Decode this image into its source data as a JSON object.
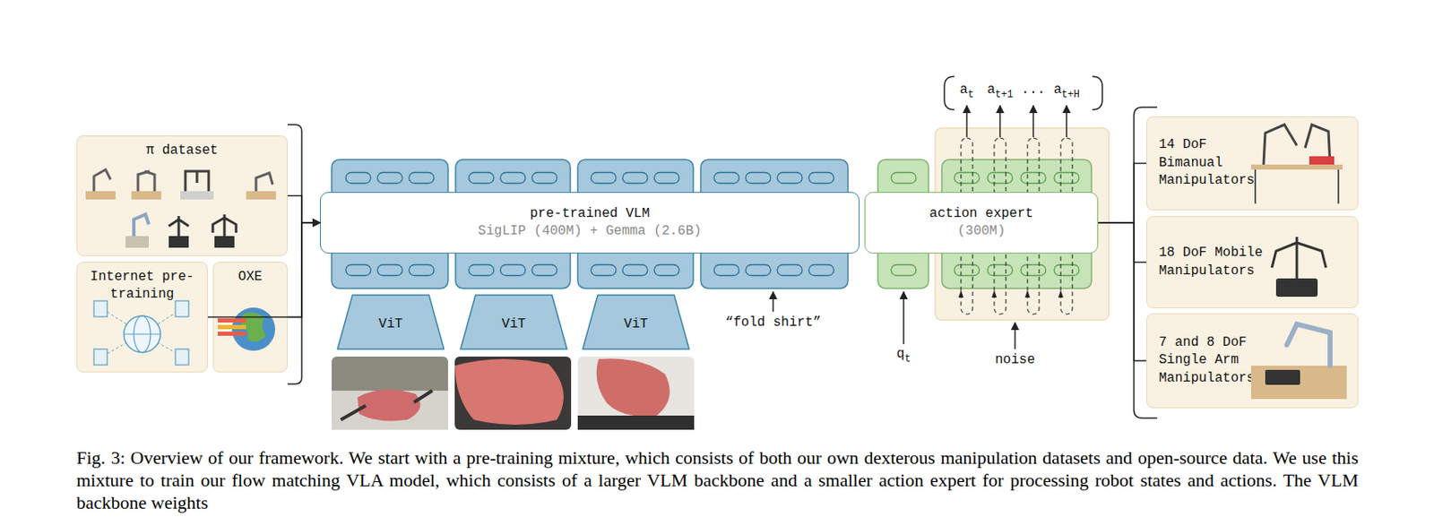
{
  "diagram": {
    "caption": "Fig. 3: Overview of our framework. We start with a pre-training mixture, which consists of both our own dexterous manipulation datasets and open-source data. We use this mixture to train our flow matching VLA model, which consists of a larger VLM backbone and a smaller action expert for processing robot states and actions. The VLM backbone weights",
    "nodes": [
      {
        "text": [
          "π dataset"
        ]
      },
      {
        "text": [
          "Internet pre-training"
        ]
      },
      {
        "text": [
          "OXE"
        ]
      },
      {
        "text": [
          "pre-trained VLM",
          "SigLIP (400M) + Gemma (2.6B)"
        ]
      },
      {
        "text": [
          "ViT"
        ]
      },
      {
        "text": [
          "ViT"
        ]
      },
      {
        "text": [
          "ViT"
        ]
      },
      {
        "text": [
          "action expert",
          "(300M)"
        ]
      },
      {
        "text": [
          "14 DoF Bimanual Manipulators"
        ]
      },
      {
        "text": [
          "18 DoF Mobile Manipulators"
        ]
      },
      {
        "text": [
          "7 and 8 DoF Single Arm Manipulators"
        ]
      }
    ],
    "edges": [
      {
        "from": 0,
        "to": 3,
        "arrow": "to"
      },
      {
        "from": 1,
        "to": 3,
        "arrow": "to"
      },
      {
        "from": 2,
        "to": 3,
        "arrow": "to"
      },
      {
        "from": 7,
        "to": 8,
        "arrow": "none"
      },
      {
        "from": 7,
        "to": 9,
        "arrow": "none"
      },
      {
        "from": 7,
        "to": 10,
        "arrow": "none"
      }
    ],
    "labels": [
      "a",
      "t",
      "a",
      "t+1",
      "...",
      "a",
      "t+H",
      "“fold shirt”",
      "q",
      "t",
      "noise"
    ]
  }
}
